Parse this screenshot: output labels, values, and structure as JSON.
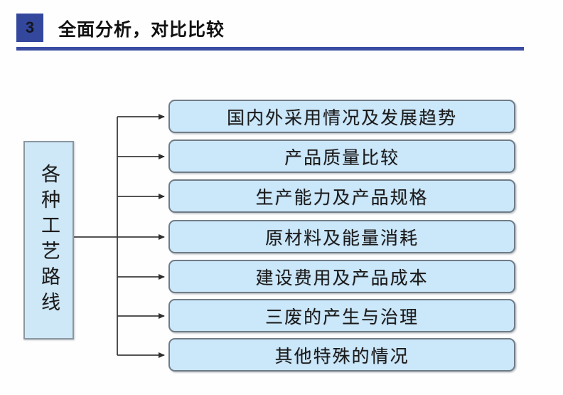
{
  "header": {
    "step_number": "3",
    "title": "全面分析，对比比较"
  },
  "diagram": {
    "source": {
      "label": "各种工艺路线"
    },
    "items": [
      {
        "label": "国内外采用情况及发展趋势"
      },
      {
        "label": "产品质量比较"
      },
      {
        "label": "生产能力及产品规格"
      },
      {
        "label": "原材料及能量消耗"
      },
      {
        "label": "建设费用及产品成本"
      },
      {
        "label": "三废的产生与治理"
      },
      {
        "label": "其他特殊的情况"
      }
    ]
  },
  "colors": {
    "accent_blue": "#33479d",
    "rule_blue": "#3a4da3",
    "box_fill": "#cbe7fa",
    "box_border": "#707c86",
    "source_fill": "#cfe8f7",
    "source_border": "#8a97a0",
    "connector": "#3b3b3b",
    "background": "#fefeff"
  }
}
